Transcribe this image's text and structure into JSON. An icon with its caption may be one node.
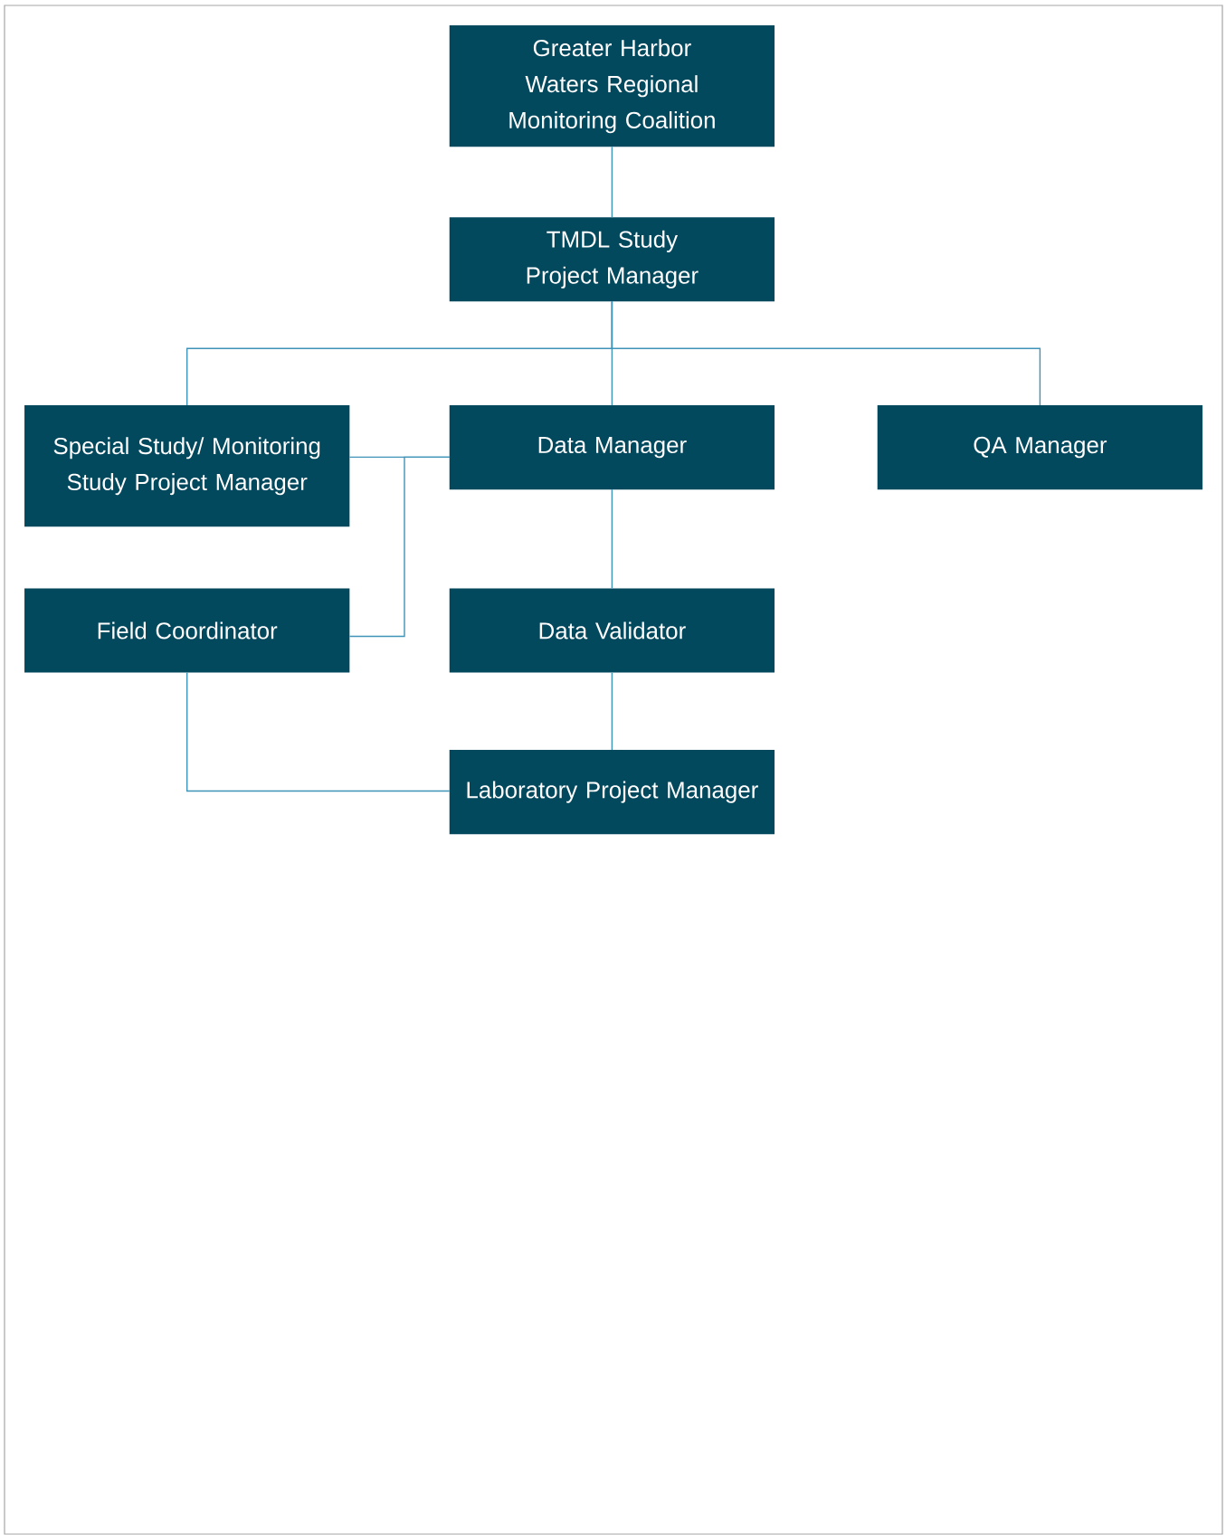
{
  "diagram": {
    "nodes": [
      {
        "text": [
          "Greater Harbor Waters Regional Monitoring Coalition"
        ]
      },
      {
        "text": [
          "TMDL Study Project Manager"
        ]
      },
      {
        "text": [
          "Special Study/ Monitoring Study Project Manager"
        ]
      },
      {
        "text": [
          "Data Manager"
        ]
      },
      {
        "text": [
          "QA Manager"
        ]
      },
      {
        "text": [
          "Field Coordinator"
        ]
      },
      {
        "text": [
          "Data Validator"
        ]
      },
      {
        "text": [
          "Laboratory Project Manager"
        ]
      }
    ],
    "edges": [
      {
        "from": 0,
        "to": 1,
        "arrow": "none"
      },
      {
        "from": 1,
        "to": 2,
        "arrow": "none"
      },
      {
        "from": 1,
        "to": 3,
        "arrow": "none"
      },
      {
        "from": 1,
        "to": 4,
        "arrow": "none"
      },
      {
        "from": 2,
        "to": 3,
        "arrow": "none"
      },
      {
        "from": 5,
        "to": 3,
        "arrow": "none"
      },
      {
        "from": 3,
        "to": 6,
        "arrow": "none"
      },
      {
        "from": 6,
        "to": 7,
        "arrow": "none"
      },
      {
        "from": 5,
        "to": 7,
        "arrow": "none"
      }
    ]
  }
}
